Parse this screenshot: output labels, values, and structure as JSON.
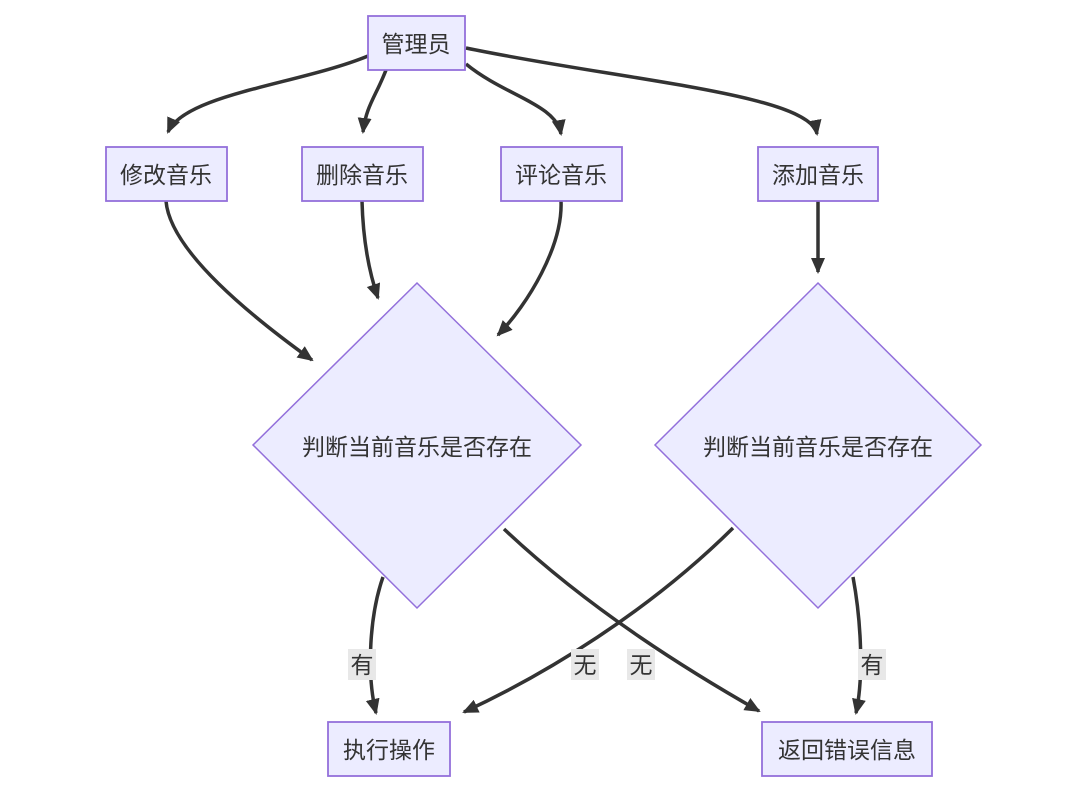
{
  "diagram": {
    "type": "flowchart",
    "background": "#ffffff",
    "colors": {
      "node_fill": "#ECECFF",
      "node_border": "#9370DB",
      "edge": "#333333",
      "text": "#333333",
      "edge_label_bg": "#e8e8e8"
    },
    "nodes": {
      "admin": {
        "label": "管理员",
        "shape": "rect"
      },
      "modify": {
        "label": "修改音乐",
        "shape": "rect"
      },
      "delete": {
        "label": "删除音乐",
        "shape": "rect"
      },
      "comment": {
        "label": "评论音乐",
        "shape": "rect"
      },
      "add": {
        "label": "添加音乐",
        "shape": "rect"
      },
      "check_left": {
        "label": "判断当前音乐是否存在",
        "shape": "diamond"
      },
      "check_right": {
        "label": "判断当前音乐是否存在",
        "shape": "diamond"
      },
      "execute": {
        "label": "执行操作",
        "shape": "rect"
      },
      "error": {
        "label": "返回错误信息",
        "shape": "rect"
      }
    },
    "edges": [
      {
        "from": "admin",
        "to": "modify",
        "label": ""
      },
      {
        "from": "admin",
        "to": "delete",
        "label": ""
      },
      {
        "from": "admin",
        "to": "comment",
        "label": ""
      },
      {
        "from": "admin",
        "to": "add",
        "label": ""
      },
      {
        "from": "modify",
        "to": "check_left",
        "label": ""
      },
      {
        "from": "delete",
        "to": "check_left",
        "label": ""
      },
      {
        "from": "comment",
        "to": "check_left",
        "label": ""
      },
      {
        "from": "add",
        "to": "check_right",
        "label": ""
      },
      {
        "from": "check_left",
        "to": "execute",
        "label": "有"
      },
      {
        "from": "check_left",
        "to": "error",
        "label": "无"
      },
      {
        "from": "check_right",
        "to": "execute",
        "label": "无"
      },
      {
        "from": "check_right",
        "to": "error",
        "label": "有"
      }
    ]
  }
}
